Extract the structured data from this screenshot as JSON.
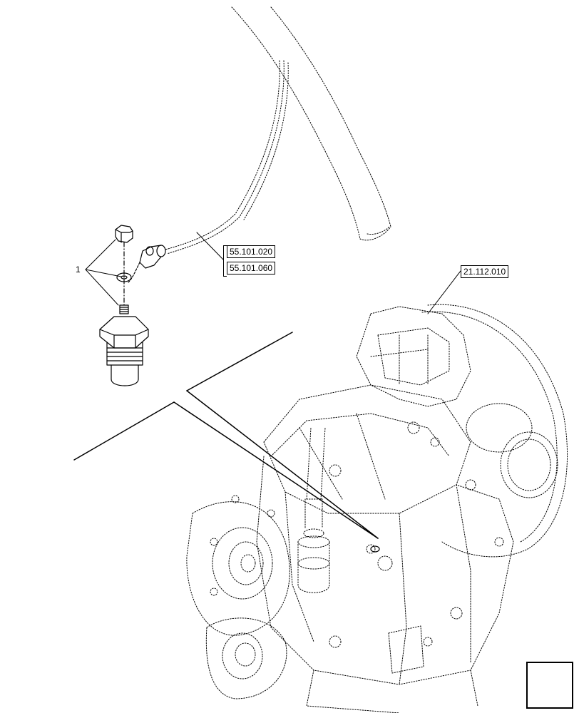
{
  "item_callout": "1",
  "references": {
    "ref_1": "55.101.020",
    "ref_2": "55.101.060",
    "ref_3": "21.112.010"
  },
  "icons": {
    "nav": "navigate-arrow-icon"
  },
  "colors": {
    "line": "#000000",
    "background": "#ffffff"
  }
}
